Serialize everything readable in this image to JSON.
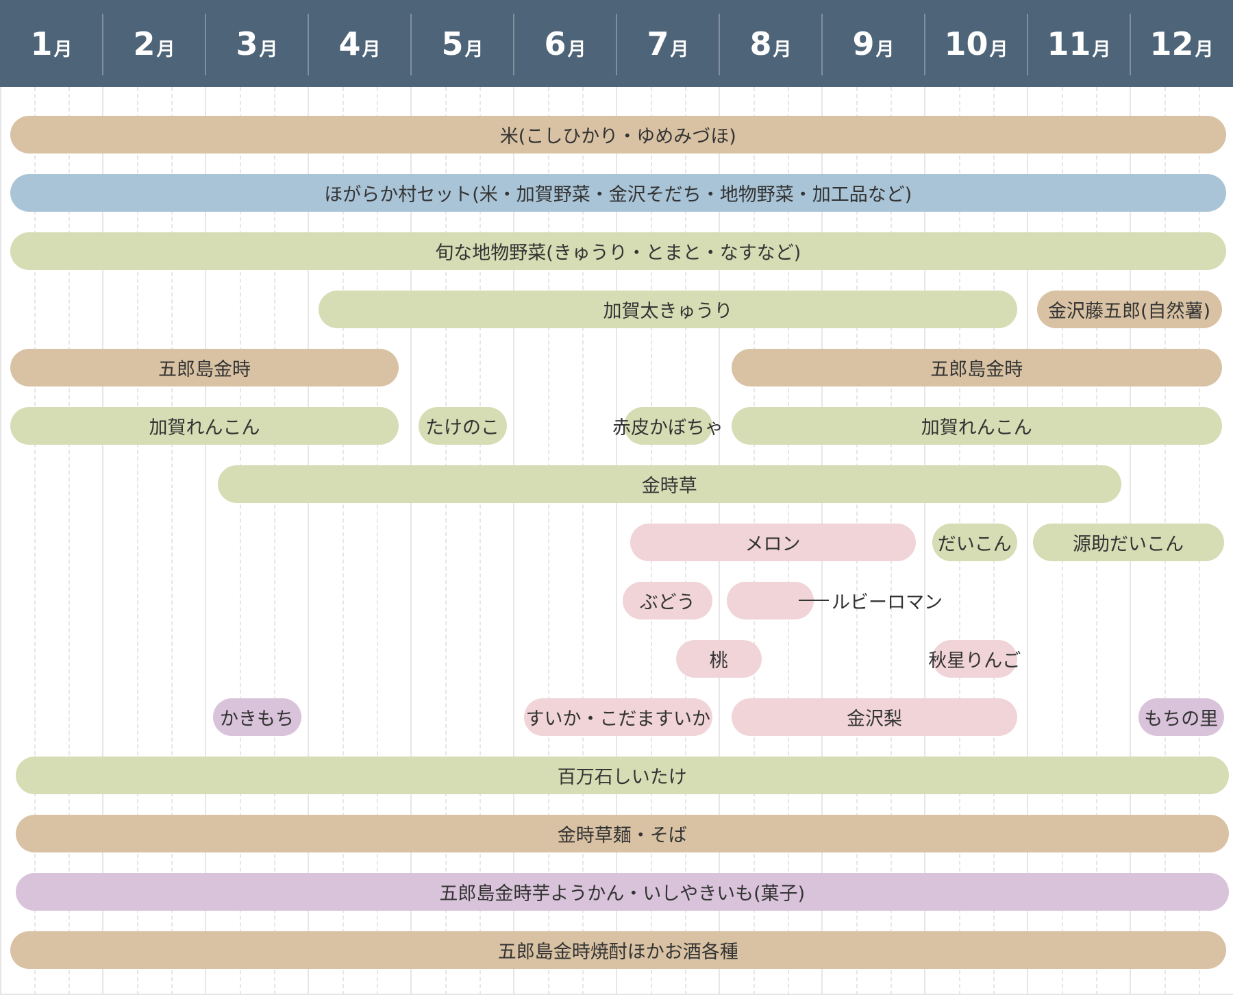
{
  "colors": {
    "header": "#4e6478",
    "rice": "#d8c2a3",
    "set": "#a9c4d7",
    "vegetable": "#d6ddb4",
    "fruit": "#f0d4d8",
    "sweets": "#d9c3da"
  },
  "months": [
    {
      "num": "1",
      "unit": "月"
    },
    {
      "num": "2",
      "unit": "月"
    },
    {
      "num": "3",
      "unit": "月"
    },
    {
      "num": "4",
      "unit": "月"
    },
    {
      "num": "5",
      "unit": "月"
    },
    {
      "num": "6",
      "unit": "月"
    },
    {
      "num": "7",
      "unit": "月"
    },
    {
      "num": "8",
      "unit": "月"
    },
    {
      "num": "9",
      "unit": "月"
    },
    {
      "num": "10",
      "unit": "月"
    },
    {
      "num": "11",
      "unit": "月"
    },
    {
      "num": "12",
      "unit": "月"
    }
  ],
  "rows": [
    [
      {
        "label": "米(こしひかり・ゆめみづほ)",
        "start": 0.1,
        "end": 11.93,
        "color": "rice"
      }
    ],
    [
      {
        "label": "ほがらか村セット(米・加賀野菜・金沢そだち・地物野菜・加工品など)",
        "start": 0.1,
        "end": 11.93,
        "color": "set"
      }
    ],
    [
      {
        "label": "旬な地物野菜(きゅうり・とまと・なすなど)",
        "start": 0.1,
        "end": 11.93,
        "color": "vegetable"
      }
    ],
    [
      {
        "label": "加賀太きゅうり",
        "start": 3.1,
        "end": 9.9,
        "color": "vegetable"
      },
      {
        "label": "金沢藤五郎(自然薯)",
        "start": 10.09,
        "end": 11.89,
        "color": "rice"
      }
    ],
    [
      {
        "label": "五郎島金時",
        "start": 0.1,
        "end": 3.88,
        "color": "rice"
      },
      {
        "label": "五郎島金時",
        "start": 7.12,
        "end": 11.89,
        "color": "rice"
      }
    ],
    [
      {
        "label": "加賀れんこん",
        "start": 0.1,
        "end": 3.88,
        "color": "vegetable"
      },
      {
        "label": "たけのこ",
        "start": 4.07,
        "end": 4.93,
        "color": "vegetable"
      },
      {
        "label": "赤皮かぼちゃ",
        "start": 6.07,
        "end": 6.93,
        "color": "vegetable"
      },
      {
        "label": "加賀れんこん",
        "start": 7.12,
        "end": 11.89,
        "color": "vegetable"
      }
    ],
    [
      {
        "label": "金時草",
        "start": 2.12,
        "end": 10.91,
        "color": "vegetable"
      }
    ],
    [
      {
        "label": "メロン",
        "start": 6.13,
        "end": 8.91,
        "color": "fruit"
      },
      {
        "label": "だいこん",
        "start": 9.07,
        "end": 9.9,
        "color": "vegetable"
      },
      {
        "label": "源助だいこん",
        "start": 10.05,
        "end": 11.91,
        "color": "vegetable"
      }
    ],
    [
      {
        "label": "ぶどう",
        "start": 6.06,
        "end": 6.93,
        "color": "fruit"
      },
      {
        "label": "",
        "start": 7.07,
        "end": 7.92,
        "color": "fruit",
        "outside_label": "ルビーロマン"
      }
    ],
    [
      {
        "label": "桃",
        "start": 6.58,
        "end": 7.41,
        "color": "fruit"
      },
      {
        "label": "秋星りんご",
        "start": 9.07,
        "end": 9.9,
        "color": "fruit"
      }
    ],
    [
      {
        "label": "かきもち",
        "start": 2.07,
        "end": 2.93,
        "color": "sweets"
      },
      {
        "label": "すいか・こだますいか",
        "start": 5.1,
        "end": 6.93,
        "color": "fruit"
      },
      {
        "label": "金沢梨",
        "start": 7.12,
        "end": 9.9,
        "color": "fruit"
      },
      {
        "label": "もちの里",
        "start": 11.08,
        "end": 11.91,
        "color": "sweets"
      }
    ],
    [
      {
        "label": "百万石しいたけ",
        "start": 0.15,
        "end": 11.96,
        "color": "vegetable"
      }
    ],
    [
      {
        "label": "金時草麺・そば",
        "start": 0.15,
        "end": 11.96,
        "color": "rice"
      }
    ],
    [
      {
        "label": "五郎島金時芋ようかん・いしやきいも(菓子)",
        "start": 0.15,
        "end": 11.96,
        "color": "sweets"
      }
    ],
    [
      {
        "label": "五郎島金時焼酎ほかお酒各種",
        "start": 0.1,
        "end": 11.93,
        "color": "rice"
      }
    ]
  ]
}
